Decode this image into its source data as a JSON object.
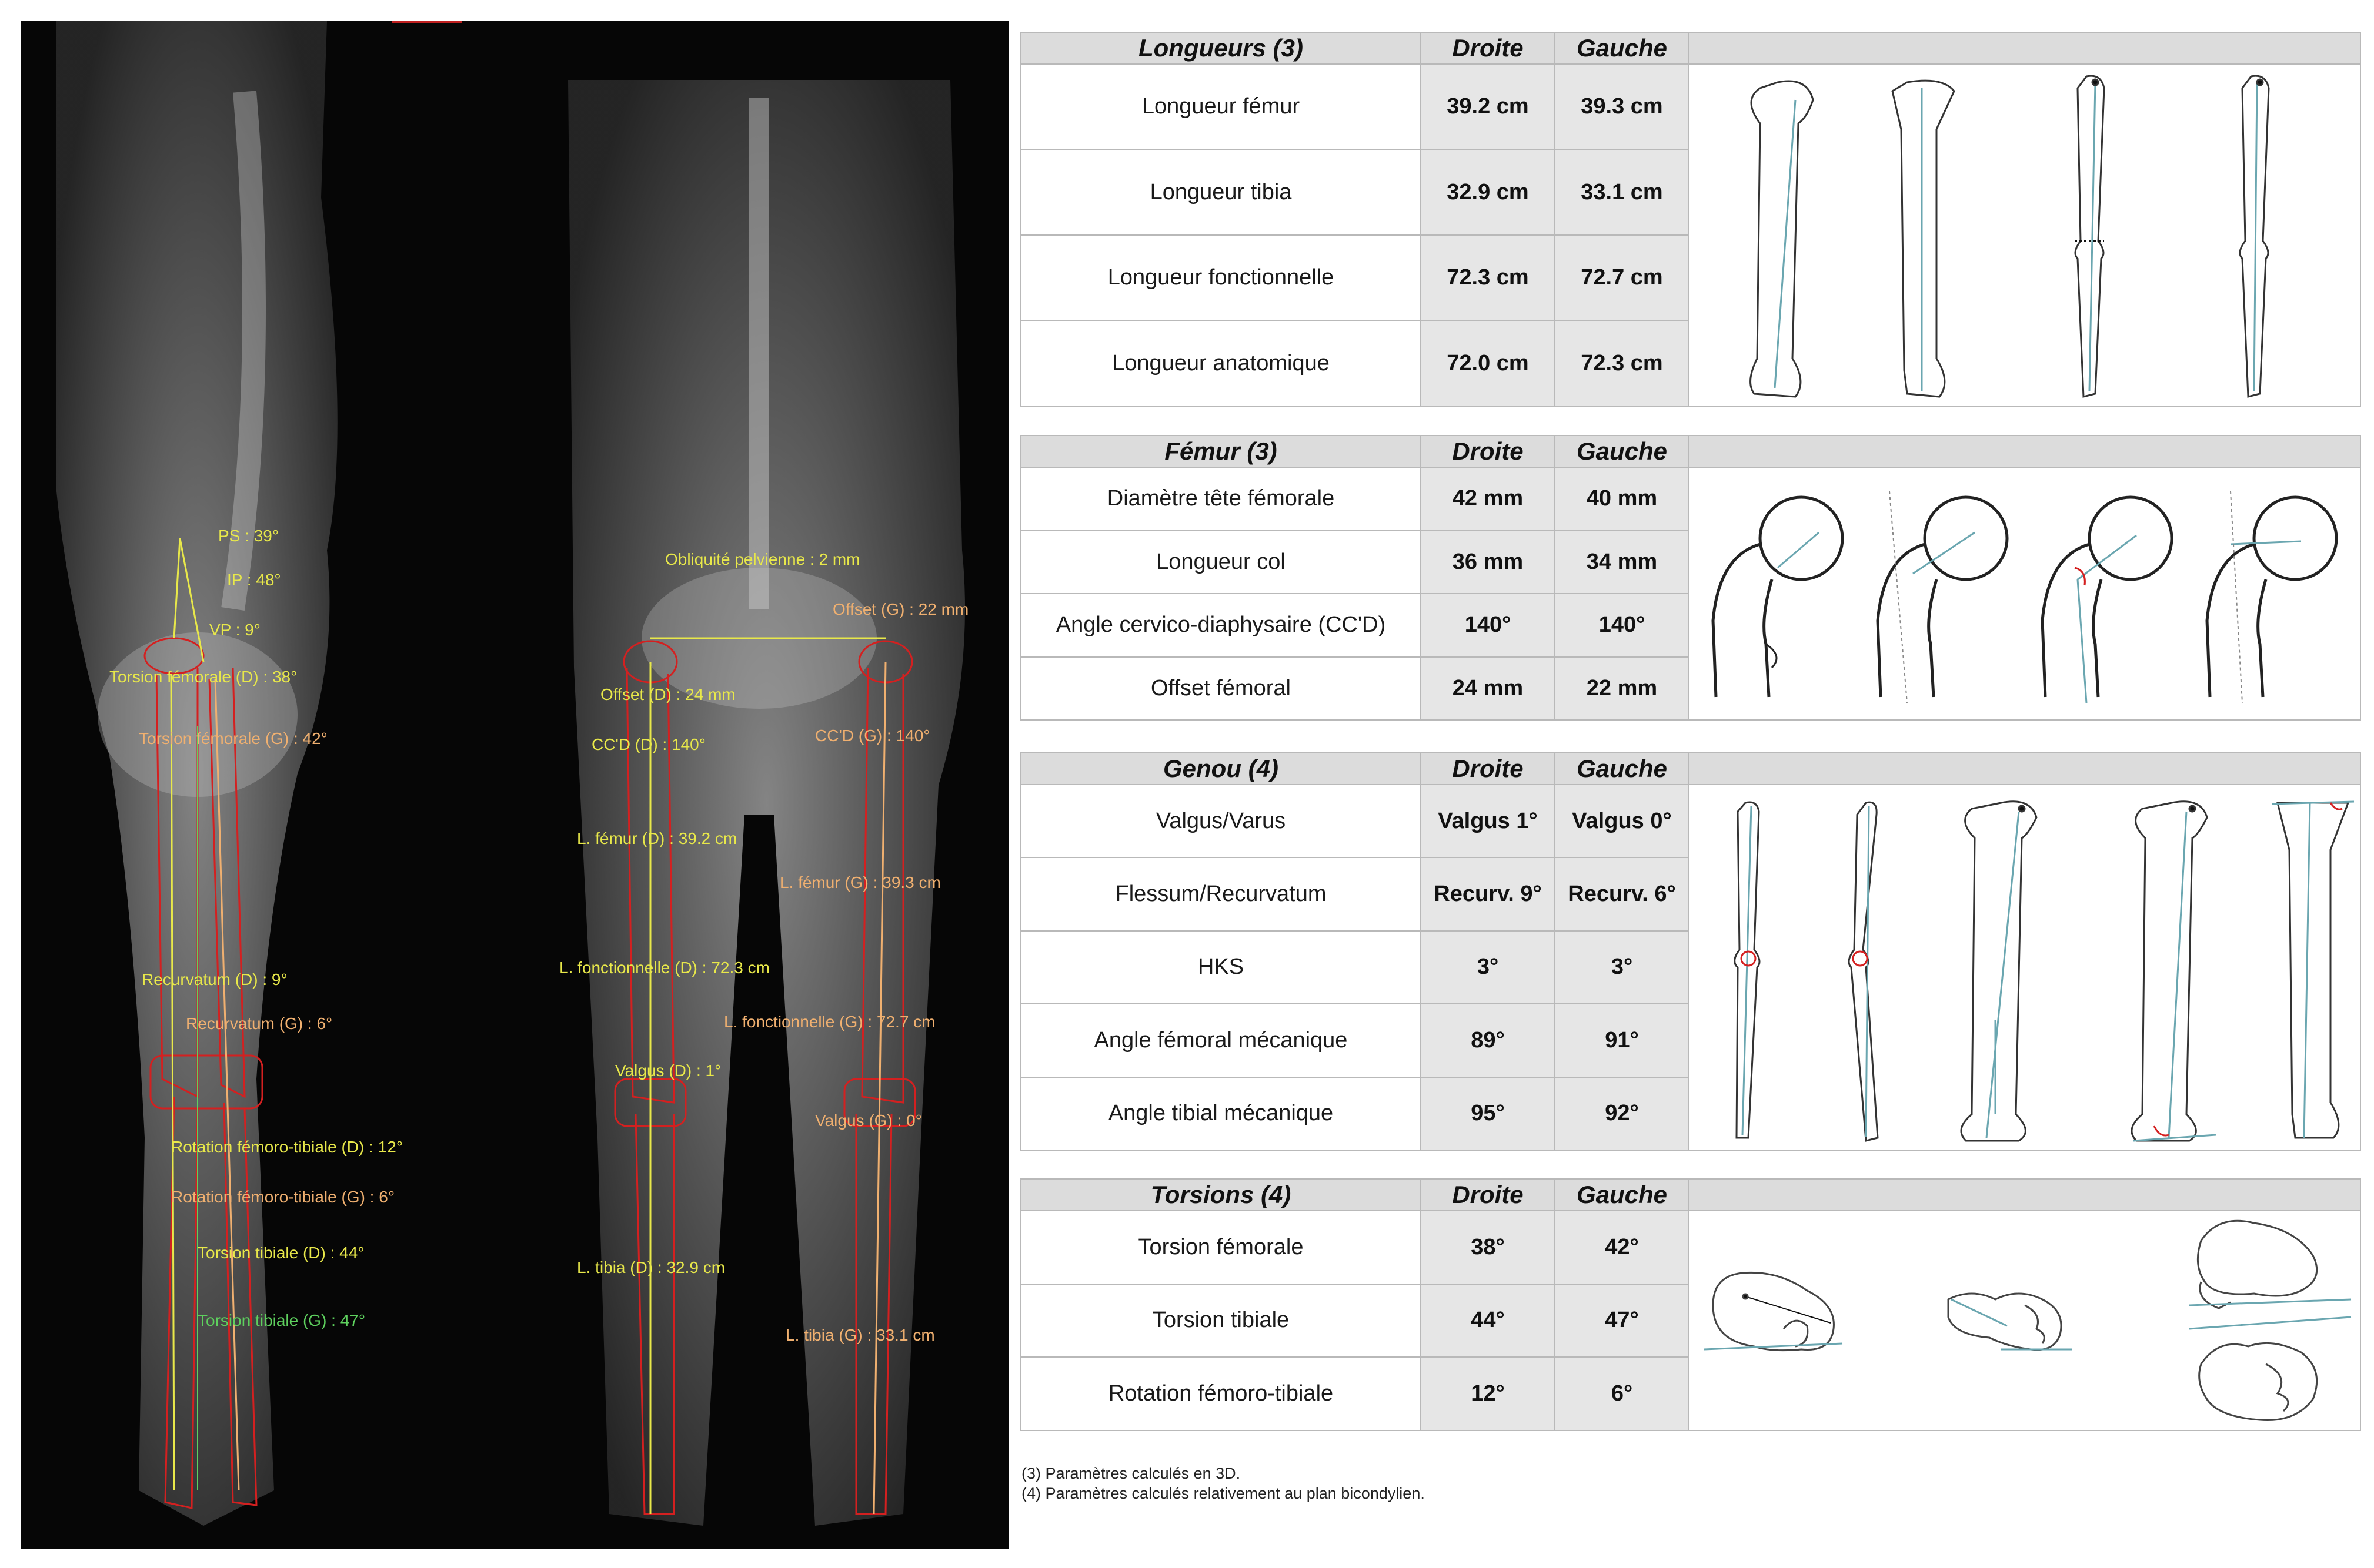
{
  "xray": {
    "lateral_annotations": [
      {
        "id": "ps",
        "text": "PS : 39°",
        "color": "#e8e84a"
      },
      {
        "id": "ip",
        "text": "IP : 48°",
        "color": "#e8e84a"
      },
      {
        "id": "vp",
        "text": "VP : 9°",
        "color": "#e8e84a"
      },
      {
        "id": "torsion_fem_d",
        "text": "Torsion fémorale (D) : 38°",
        "color": "#e8e84a"
      },
      {
        "id": "torsion_fem_g",
        "text": "Torsion fémorale (G) : 42°",
        "color": "#f0b070"
      },
      {
        "id": "recurv_d",
        "text": "Recurvatum (D) : 9°",
        "color": "#e8e84a"
      },
      {
        "id": "recurv_g",
        "text": "Recurvatum (G) : 6°",
        "color": "#f0b070"
      },
      {
        "id": "rot_d",
        "text": "Rotation fémoro-tibiale (D) : 12°",
        "color": "#e8e84a"
      },
      {
        "id": "rot_g",
        "text": "Rotation fémoro-tibiale (G) : 6°",
        "color": "#f0b070"
      },
      {
        "id": "torsion_tib_d",
        "text": "Torsion tibiale (D) : 44°",
        "color": "#e8e84a"
      },
      {
        "id": "torsion_tib_g",
        "text": "Torsion tibiale (G) : 47°",
        "color": "#5ed05e"
      }
    ],
    "frontal_annotations": [
      {
        "id": "obliquite",
        "text": "Obliquité pelvienne : 2 mm",
        "color": "#e8e84a"
      },
      {
        "id": "offset_g",
        "text": "Offset (G) : 22 mm",
        "color": "#f0b070"
      },
      {
        "id": "offset_d",
        "text": "Offset (D) : 24 mm",
        "color": "#e8e84a"
      },
      {
        "id": "ccd_d",
        "text": "CC'D (D) : 140°",
        "color": "#e8e84a"
      },
      {
        "id": "ccd_g",
        "text": "CC'D (G) : 140°",
        "color": "#f0b070"
      },
      {
        "id": "lfemur_d",
        "text": "L. fémur (D) : 39.2 cm",
        "color": "#e8e84a"
      },
      {
        "id": "lfemur_g",
        "text": "L. fémur (G) : 39.3 cm",
        "color": "#f0b070"
      },
      {
        "id": "lfonc_d",
        "text": "L. fonctionnelle (D) : 72.3 cm",
        "color": "#e8e84a"
      },
      {
        "id": "lfonc_g",
        "text": "L. fonctionnelle (G) : 72.7 cm",
        "color": "#f0b070"
      },
      {
        "id": "valgus_d",
        "text": "Valgus (D) : 1°",
        "color": "#e8e84a"
      },
      {
        "id": "valgus_g",
        "text": "Valgus (G) : 0°",
        "color": "#f0b070"
      },
      {
        "id": "ltibia_d",
        "text": "L. tibia (D) : 32.9 cm",
        "color": "#e8e84a"
      },
      {
        "id": "ltibia_g",
        "text": "L. tibia (G) : 33.1 cm",
        "color": "#f0b070"
      }
    ]
  },
  "tables": {
    "longueurs": {
      "header": "Longueurs (3)",
      "col_right": "Droite",
      "col_left": "Gauche",
      "rows": [
        {
          "label": "Longueur fémur",
          "right": "39.2 cm",
          "left": "39.3 cm"
        },
        {
          "label": "Longueur tibia",
          "right": "32.9 cm",
          "left": "33.1 cm"
        },
        {
          "label": "Longueur fonctionnelle",
          "right": "72.3 cm",
          "left": "72.7 cm"
        },
        {
          "label": "Longueur anatomique",
          "right": "72.0 cm",
          "left": "72.3 cm"
        }
      ]
    },
    "femur": {
      "header": "Fémur (3)",
      "col_right": "Droite",
      "col_left": "Gauche",
      "rows": [
        {
          "label": "Diamètre tête fémorale",
          "right": "42 mm",
          "left": "40 mm"
        },
        {
          "label": "Longueur col",
          "right": "36 mm",
          "left": "34 mm"
        },
        {
          "label": "Angle cervico-diaphysaire (CC'D)",
          "right": "140°",
          "left": "140°"
        },
        {
          "label": "Offset fémoral",
          "right": "24 mm",
          "left": "22 mm"
        }
      ]
    },
    "genou": {
      "header": "Genou (4)",
      "col_right": "Droite",
      "col_left": "Gauche",
      "rows": [
        {
          "label": "Valgus/Varus",
          "right": "Valgus 1°",
          "left": "Valgus 0°"
        },
        {
          "label": "Flessum/Recurvatum",
          "right": "Recurv. 9°",
          "left": "Recurv. 6°"
        },
        {
          "label": "HKS",
          "right": "3°",
          "left": "3°"
        },
        {
          "label": "Angle fémoral mécanique",
          "right": "89°",
          "left": "91°"
        },
        {
          "label": "Angle tibial mécanique",
          "right": "95°",
          "left": "92°"
        }
      ]
    },
    "torsions": {
      "header": "Torsions (4)",
      "col_right": "Droite",
      "col_left": "Gauche",
      "rows": [
        {
          "label": "Torsion fémorale",
          "right": "38°",
          "left": "42°"
        },
        {
          "label": "Torsion tibiale",
          "right": "44°",
          "left": "47°"
        },
        {
          "label": "Rotation fémoro-tibiale",
          "right": "12°",
          "left": "6°"
        }
      ]
    }
  },
  "footnotes": [
    "(3) Paramètres calculés en 3D.",
    "(4) Paramètres calculés relativement au plan bicondylien."
  ],
  "colors": {
    "annotation_yellow": "#e8e84a",
    "annotation_orange": "#f0b070",
    "annotation_green": "#5ed05e",
    "contour_red": "#d42020",
    "axis_teal": "#6aa6b0",
    "header_gray": "#dcdcdc",
    "value_gray": "#e6e6e6"
  }
}
